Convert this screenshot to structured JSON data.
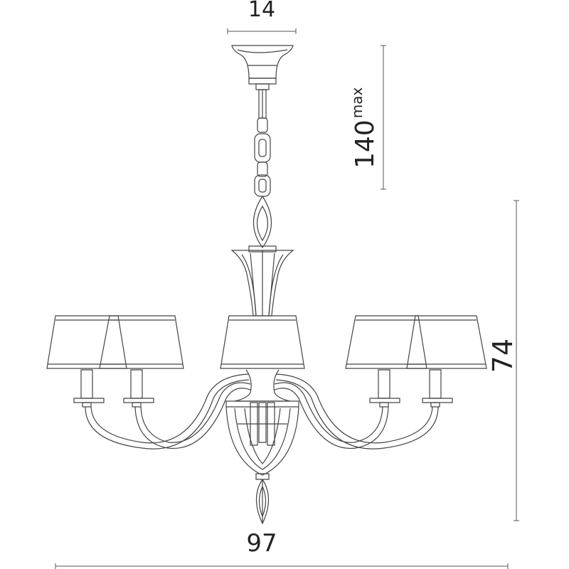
{
  "dimensions": {
    "top_width": "14",
    "chain_length": "140",
    "chain_length_suffix": "max",
    "height": "74",
    "width": "97"
  },
  "colors": {
    "line": "#444444",
    "text": "#222222",
    "background": "#ffffff"
  }
}
